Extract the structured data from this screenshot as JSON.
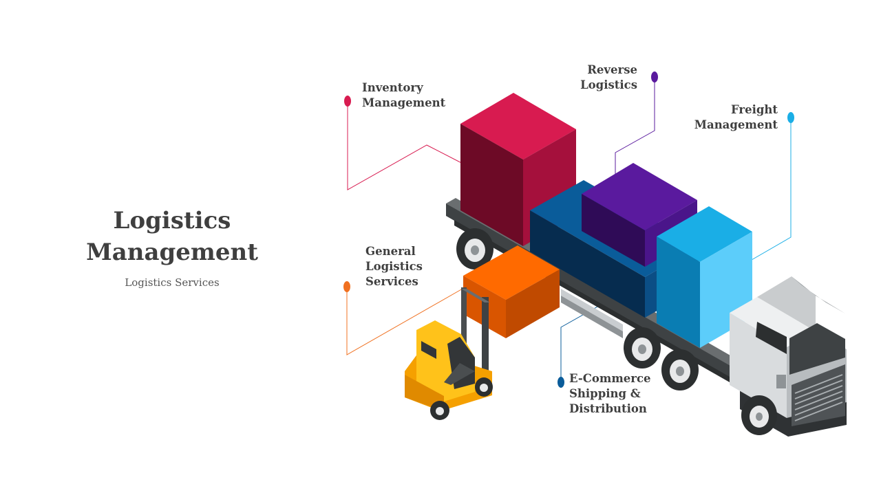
{
  "title_lines": [
    "Logistics",
    "Management"
  ],
  "subtitle": "Logistics Services",
  "labels": {
    "inventory": [
      "Inventory",
      "Management"
    ],
    "reverse": [
      "Reverse",
      "Logistics"
    ],
    "freight": [
      "Freight",
      "Management"
    ],
    "general": [
      "General",
      "Logistics",
      "Services"
    ],
    "ecommerce": [
      "E-Commerce",
      "Shipping &",
      "Distribution"
    ]
  },
  "colors": {
    "inventory": "#d81b50",
    "reverse": "#5a1a9e",
    "freight": "#1aaee6",
    "general": "#f07020",
    "ecommerce": "#0a5c9a",
    "text": "#3f3f3f"
  }
}
